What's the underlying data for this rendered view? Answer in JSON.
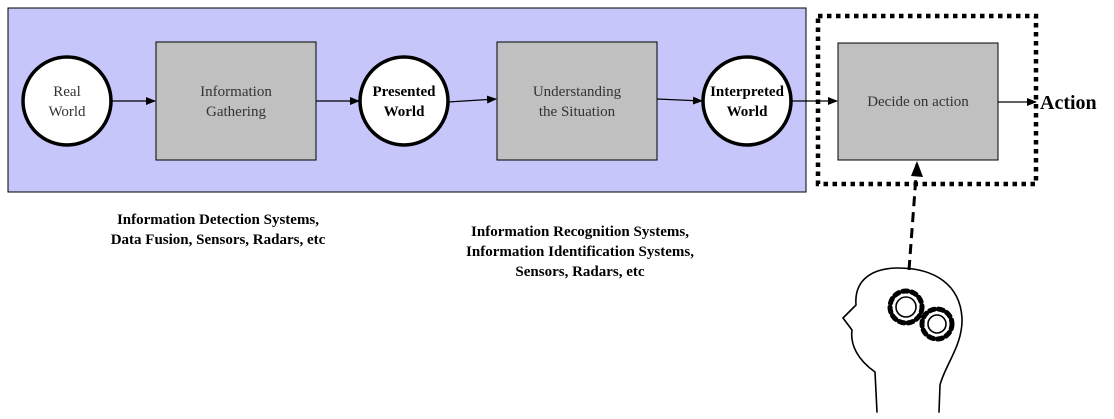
{
  "colors": {
    "panel_fill": "#c7c6fa",
    "box_fill": "#c0c0c0",
    "circle_fill": "#ffffff",
    "stroke": "#000000"
  },
  "nodes": {
    "real_world": [
      "Real",
      "World"
    ],
    "information_gathering": [
      "Information",
      "Gathering"
    ],
    "presented_world": [
      "Presented",
      "World"
    ],
    "understanding": [
      "Understanding",
      "the Situation"
    ],
    "interpreted_world": [
      "Interpreted",
      "World"
    ],
    "decide": "Decide on action"
  },
  "action_label": "Action",
  "captions": {
    "detection": [
      "Information Detection Systems,",
      "Data Fusion, Sensors, Radars, etc"
    ],
    "recognition": [
      "Information Recognition Systems,",
      "Information Identification Systems,",
      "Sensors, Radars, etc"
    ]
  },
  "icons": {
    "human": "head-with-gears-icon"
  }
}
